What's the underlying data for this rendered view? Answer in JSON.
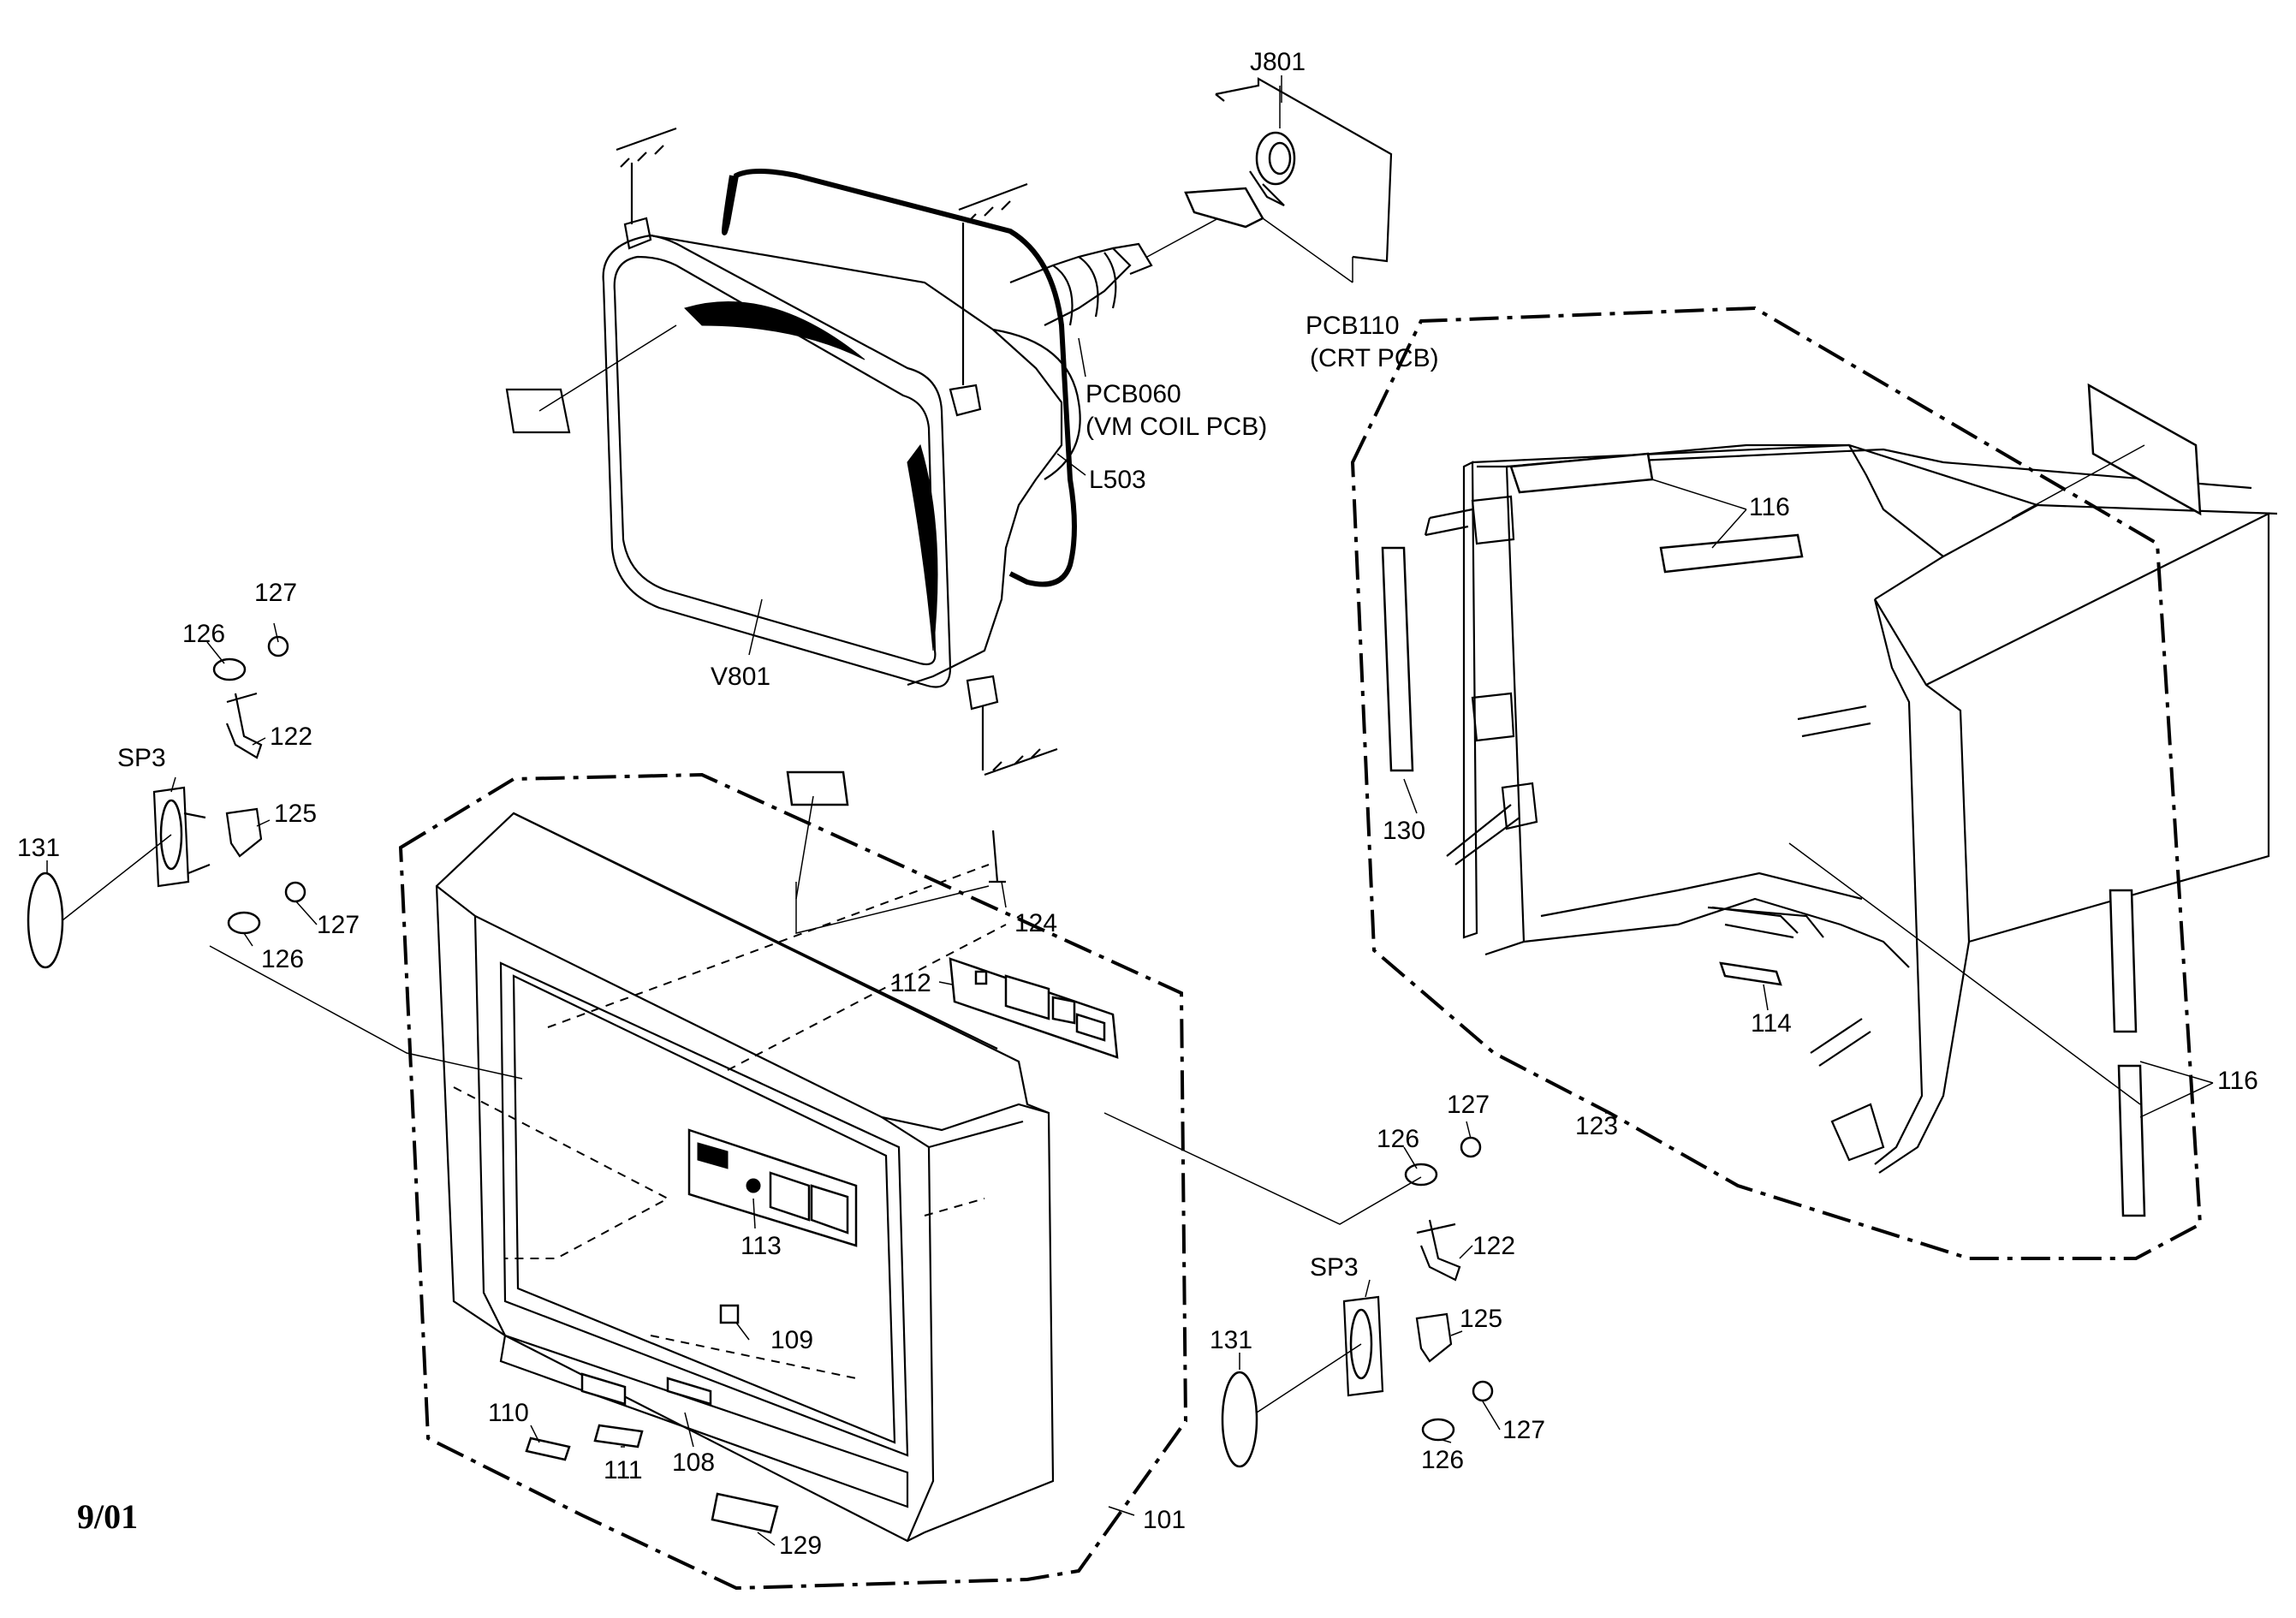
{
  "callouts": [
    {
      "key": "j801",
      "text": "J801"
    },
    {
      "key": "pcb110",
      "text": "PCB110"
    },
    {
      "key": "pcb110_desc",
      "text": "(CRT PCB)"
    },
    {
      "key": "pcb060",
      "text": "PCB060"
    },
    {
      "key": "pcb060_desc",
      "text": "(VM COIL PCB)"
    },
    {
      "key": "l503",
      "text": "L503"
    },
    {
      "key": "v801",
      "text": "V801"
    },
    {
      "key": "n116_top",
      "text": "116"
    },
    {
      "key": "n116_right",
      "text": "116"
    },
    {
      "key": "n130",
      "text": "130"
    },
    {
      "key": "n114",
      "text": "114"
    },
    {
      "key": "n123",
      "text": "123"
    },
    {
      "key": "n127_l1",
      "text": "127"
    },
    {
      "key": "n126_l1",
      "text": "126"
    },
    {
      "key": "n122_l",
      "text": "122"
    },
    {
      "key": "sp3_l",
      "text": "SP3"
    },
    {
      "key": "n125_l",
      "text": "125"
    },
    {
      "key": "n131_l",
      "text": "131"
    },
    {
      "key": "n127_l2",
      "text": "127"
    },
    {
      "key": "n126_l2",
      "text": "126"
    },
    {
      "key": "n124",
      "text": "124"
    },
    {
      "key": "n112",
      "text": "112"
    },
    {
      "key": "n113",
      "text": "113"
    },
    {
      "key": "n109",
      "text": "109"
    },
    {
      "key": "n110",
      "text": "110"
    },
    {
      "key": "n111",
      "text": "111"
    },
    {
      "key": "n108",
      "text": "108"
    },
    {
      "key": "n101",
      "text": "101"
    },
    {
      "key": "n129",
      "text": "129"
    },
    {
      "key": "n127_r1",
      "text": "127"
    },
    {
      "key": "n126_r1",
      "text": "126"
    },
    {
      "key": "n122_r",
      "text": "122"
    },
    {
      "key": "sp3_r",
      "text": "SP3"
    },
    {
      "key": "n125_r",
      "text": "125"
    },
    {
      "key": "n131_r",
      "text": "131"
    },
    {
      "key": "n127_r2",
      "text": "127"
    },
    {
      "key": "n126_r2",
      "text": "126"
    }
  ],
  "date_code": "9/01",
  "colors": {
    "ink": "#000000",
    "paper": "#ffffff"
  }
}
